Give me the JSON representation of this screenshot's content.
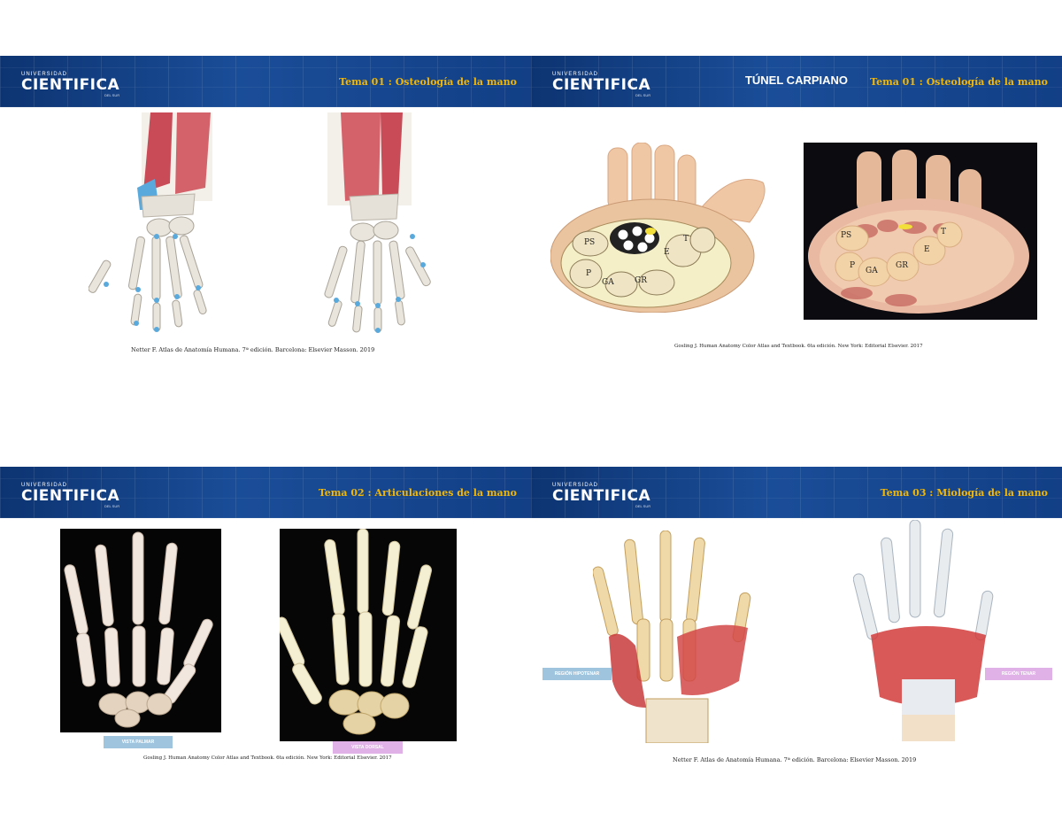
{
  "brand": {
    "small": "UNIVERSIDAD",
    "big": "CIENTIFICA",
    "tiny": "DEL SUR"
  },
  "slides": [
    {
      "tema": "Tema 01 : Osteología de la mano",
      "citation": "Netter F. Atlas de Anatomía Humana. 7ª edición. Barcelona: Elsevier Masson. 2019"
    },
    {
      "title": "TÚNEL CARPIANO",
      "tema": "Tema 01 : Osteología de la mano",
      "citation": "Gosling J. Human Anatomy Color Atlas and Textbook. 6ta edición. New York: Editorial Elsevier. 2017",
      "labels_drawing": [
        "PS",
        "P",
        "GA",
        "GR",
        "E",
        "T"
      ],
      "labels_photo": [
        "PS",
        "P",
        "GA",
        "GR",
        "E",
        "T"
      ]
    },
    {
      "tema": "Tema 02 : Articulaciones de la mano",
      "citation": "Gosling J. Human Anatomy Color Atlas and Textbook. 6ta edición. New York: Editorial Elsevier. 2017",
      "tag_left": "VISTA PALMAR",
      "tag_right": "VISTA DORSAL"
    },
    {
      "tema": "Tema 03 : Miología de la mano",
      "citation": "Netter F. Atlas de Anatomía Humana. 7ª edición. Barcelona: Elsevier Masson. 2019",
      "tag_left": "REGIÓN HIPOTENAR",
      "tag_right": "REGIÓN TENAR"
    }
  ],
  "colors": {
    "banner": "#123f86",
    "tema": "#f2b705",
    "tag_blue": "#9fc4de",
    "tag_pink": "#dfb1e6"
  }
}
